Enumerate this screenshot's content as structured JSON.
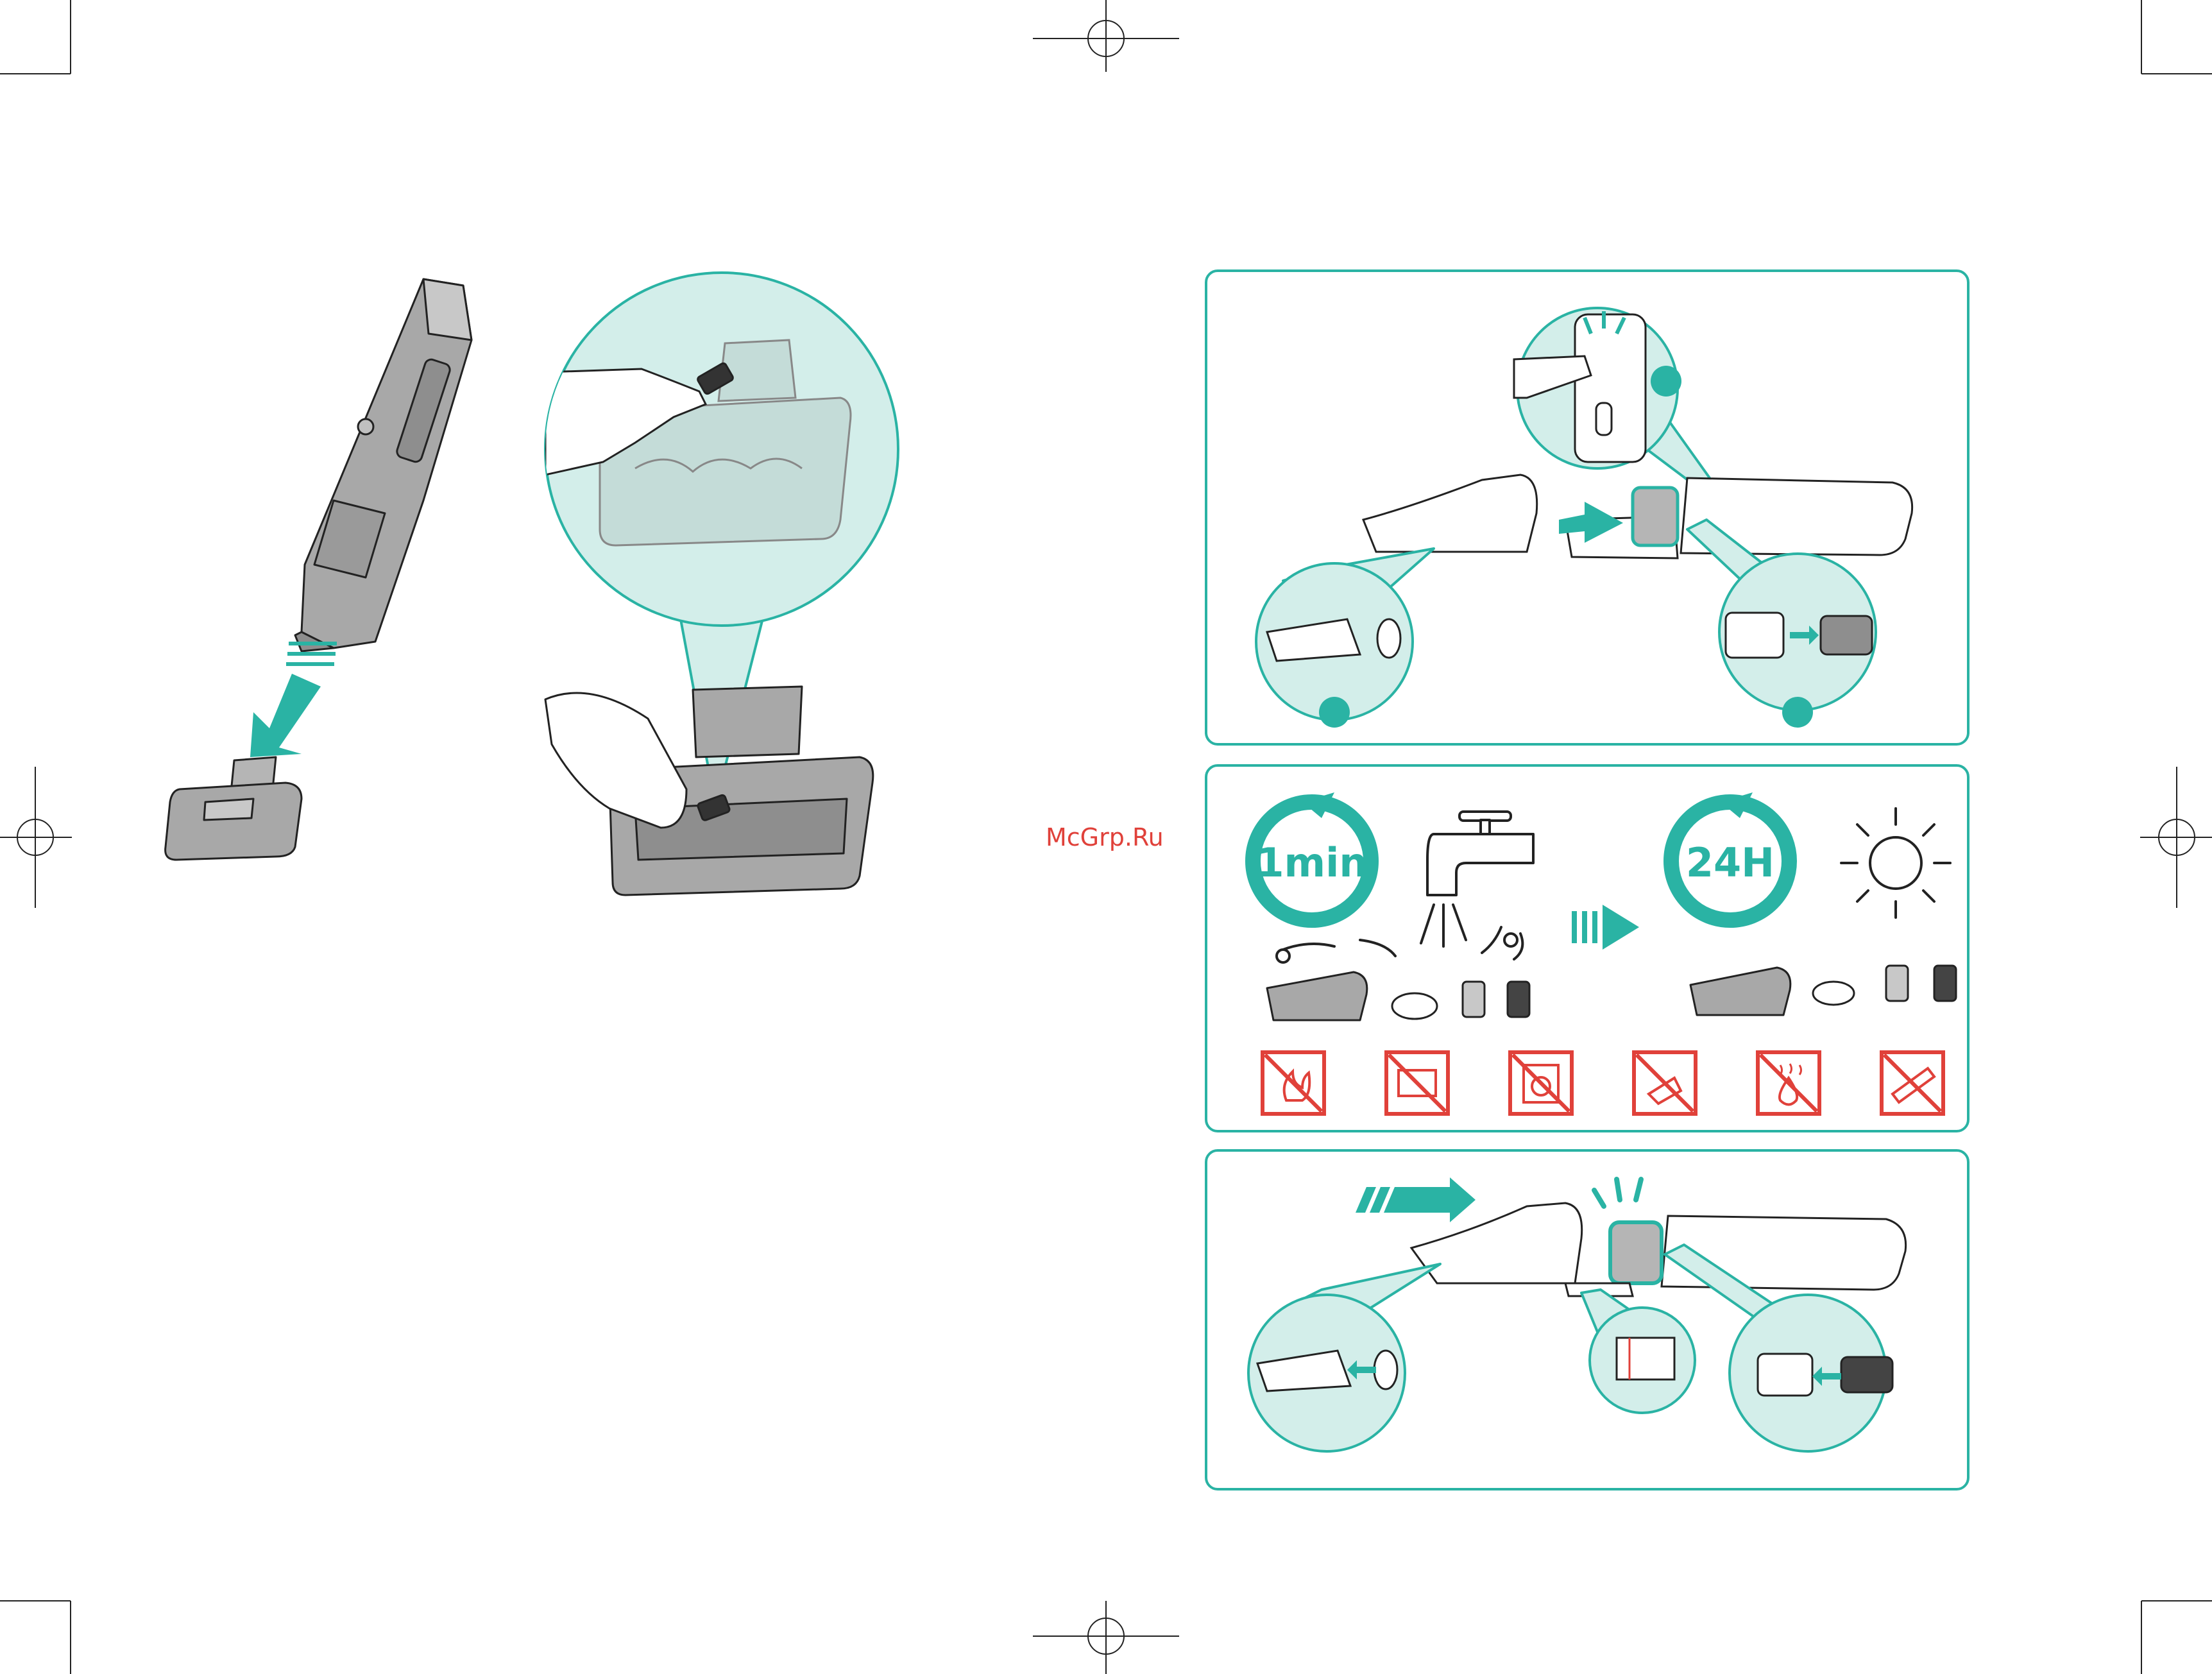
{
  "watermark": {
    "text": "McGrp.Ru"
  },
  "colors": {
    "teal": "#2ab3a4",
    "light_teal": "#d3eeea",
    "gray": "#a8a8a8",
    "dark_gray": "#8e8e8e",
    "red": "#e0413a",
    "line": "#222222"
  },
  "panel_wash": {
    "rinse_time": "1min",
    "dry_time": "24H"
  },
  "prohibited_icons": [
    "no-fire-icon",
    "no-microwave-icon",
    "no-washing-machine-icon",
    "no-dishwasher-icon",
    "no-hot-water-icon",
    "no-brush-icon"
  ]
}
